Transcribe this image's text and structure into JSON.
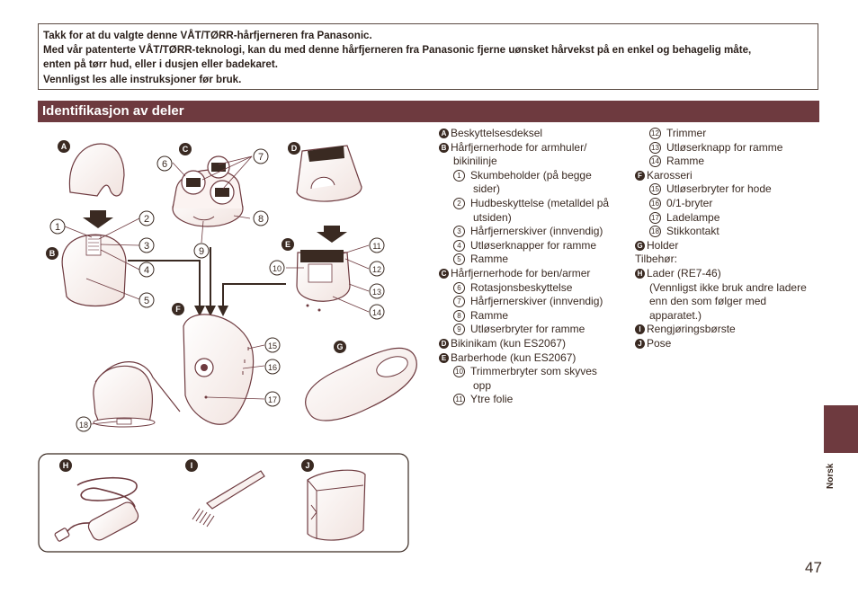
{
  "intro": {
    "lines": [
      "Takk for at du valgte denne VÅT/TØRR-hårfjerneren fra Panasonic.",
      "Med vår patenterte VÅT/TØRR-teknologi, kan du med denne hårfjerneren fra Panasonic fjerne uønsket hårvekst på en enkel og behagelig måte,",
      "enten på tørr hud, eller i dusjen eller badekaret.",
      "Vennligst les alle instruksjoner før bruk."
    ]
  },
  "section": {
    "title": "Identifikasjon av deler"
  },
  "markers": {
    "letters": [
      "A",
      "B",
      "C",
      "D",
      "E",
      "F",
      "G",
      "H",
      "I",
      "J"
    ],
    "numbers": [
      "1",
      "2",
      "3",
      "4",
      "5",
      "6",
      "7",
      "8",
      "9",
      "10",
      "11",
      "12",
      "13",
      "14",
      "15",
      "16",
      "17",
      "18"
    ]
  },
  "parts_col1": {
    "A": "Beskyttelsesdeksel",
    "B_line1": "Hårfjernerhode for armhuler/",
    "B_line2": "bikinilinje",
    "p1_line1": "Skumbeholder (på begge",
    "p1_line2": "sider)",
    "p2_line1": "Hudbeskyttelse (metalldel på",
    "p2_line2": "utsiden)",
    "p3": "Hårfjernerskiver (innvendig)",
    "p4": "Utløserknapper for ramme",
    "p5": "Ramme",
    "C": "Hårfjernerhode for ben/armer",
    "p6": "Rotasjonsbeskyttelse",
    "p7": "Hårfjernerskiver (innvendig)",
    "p8": "Ramme",
    "p9": "Utløserbryter for ramme",
    "D": "Bikinikam (kun ES2067)",
    "E": "Barberhode (kun ES2067)",
    "p10_line1": "Trimmerbryter som skyves",
    "p10_line2": "opp",
    "p11": "Ytre folie"
  },
  "parts_col2": {
    "p12": "Trimmer",
    "p13": "Utløserknapp for ramme",
    "p14": "Ramme",
    "F": "Karosseri",
    "p15": "Utløserbryter for hode",
    "p16": "0/1-bryter",
    "p17": "Ladelampe",
    "p18": "Stikkontakt",
    "G": "Holder",
    "accessories": "Tilbehør:",
    "H": "Lader (RE7-46)",
    "H_note1": "(Vennligst ikke bruk andre ladere",
    "H_note2": "enn den som følger med",
    "H_note3": "apparatet.)",
    "I": "Rengjøringsbørste",
    "J": "Pose"
  },
  "side_label": "Norsk",
  "page_number": "47",
  "colors": {
    "accent": "#6e3a3f",
    "ink": "#3a2a22"
  }
}
